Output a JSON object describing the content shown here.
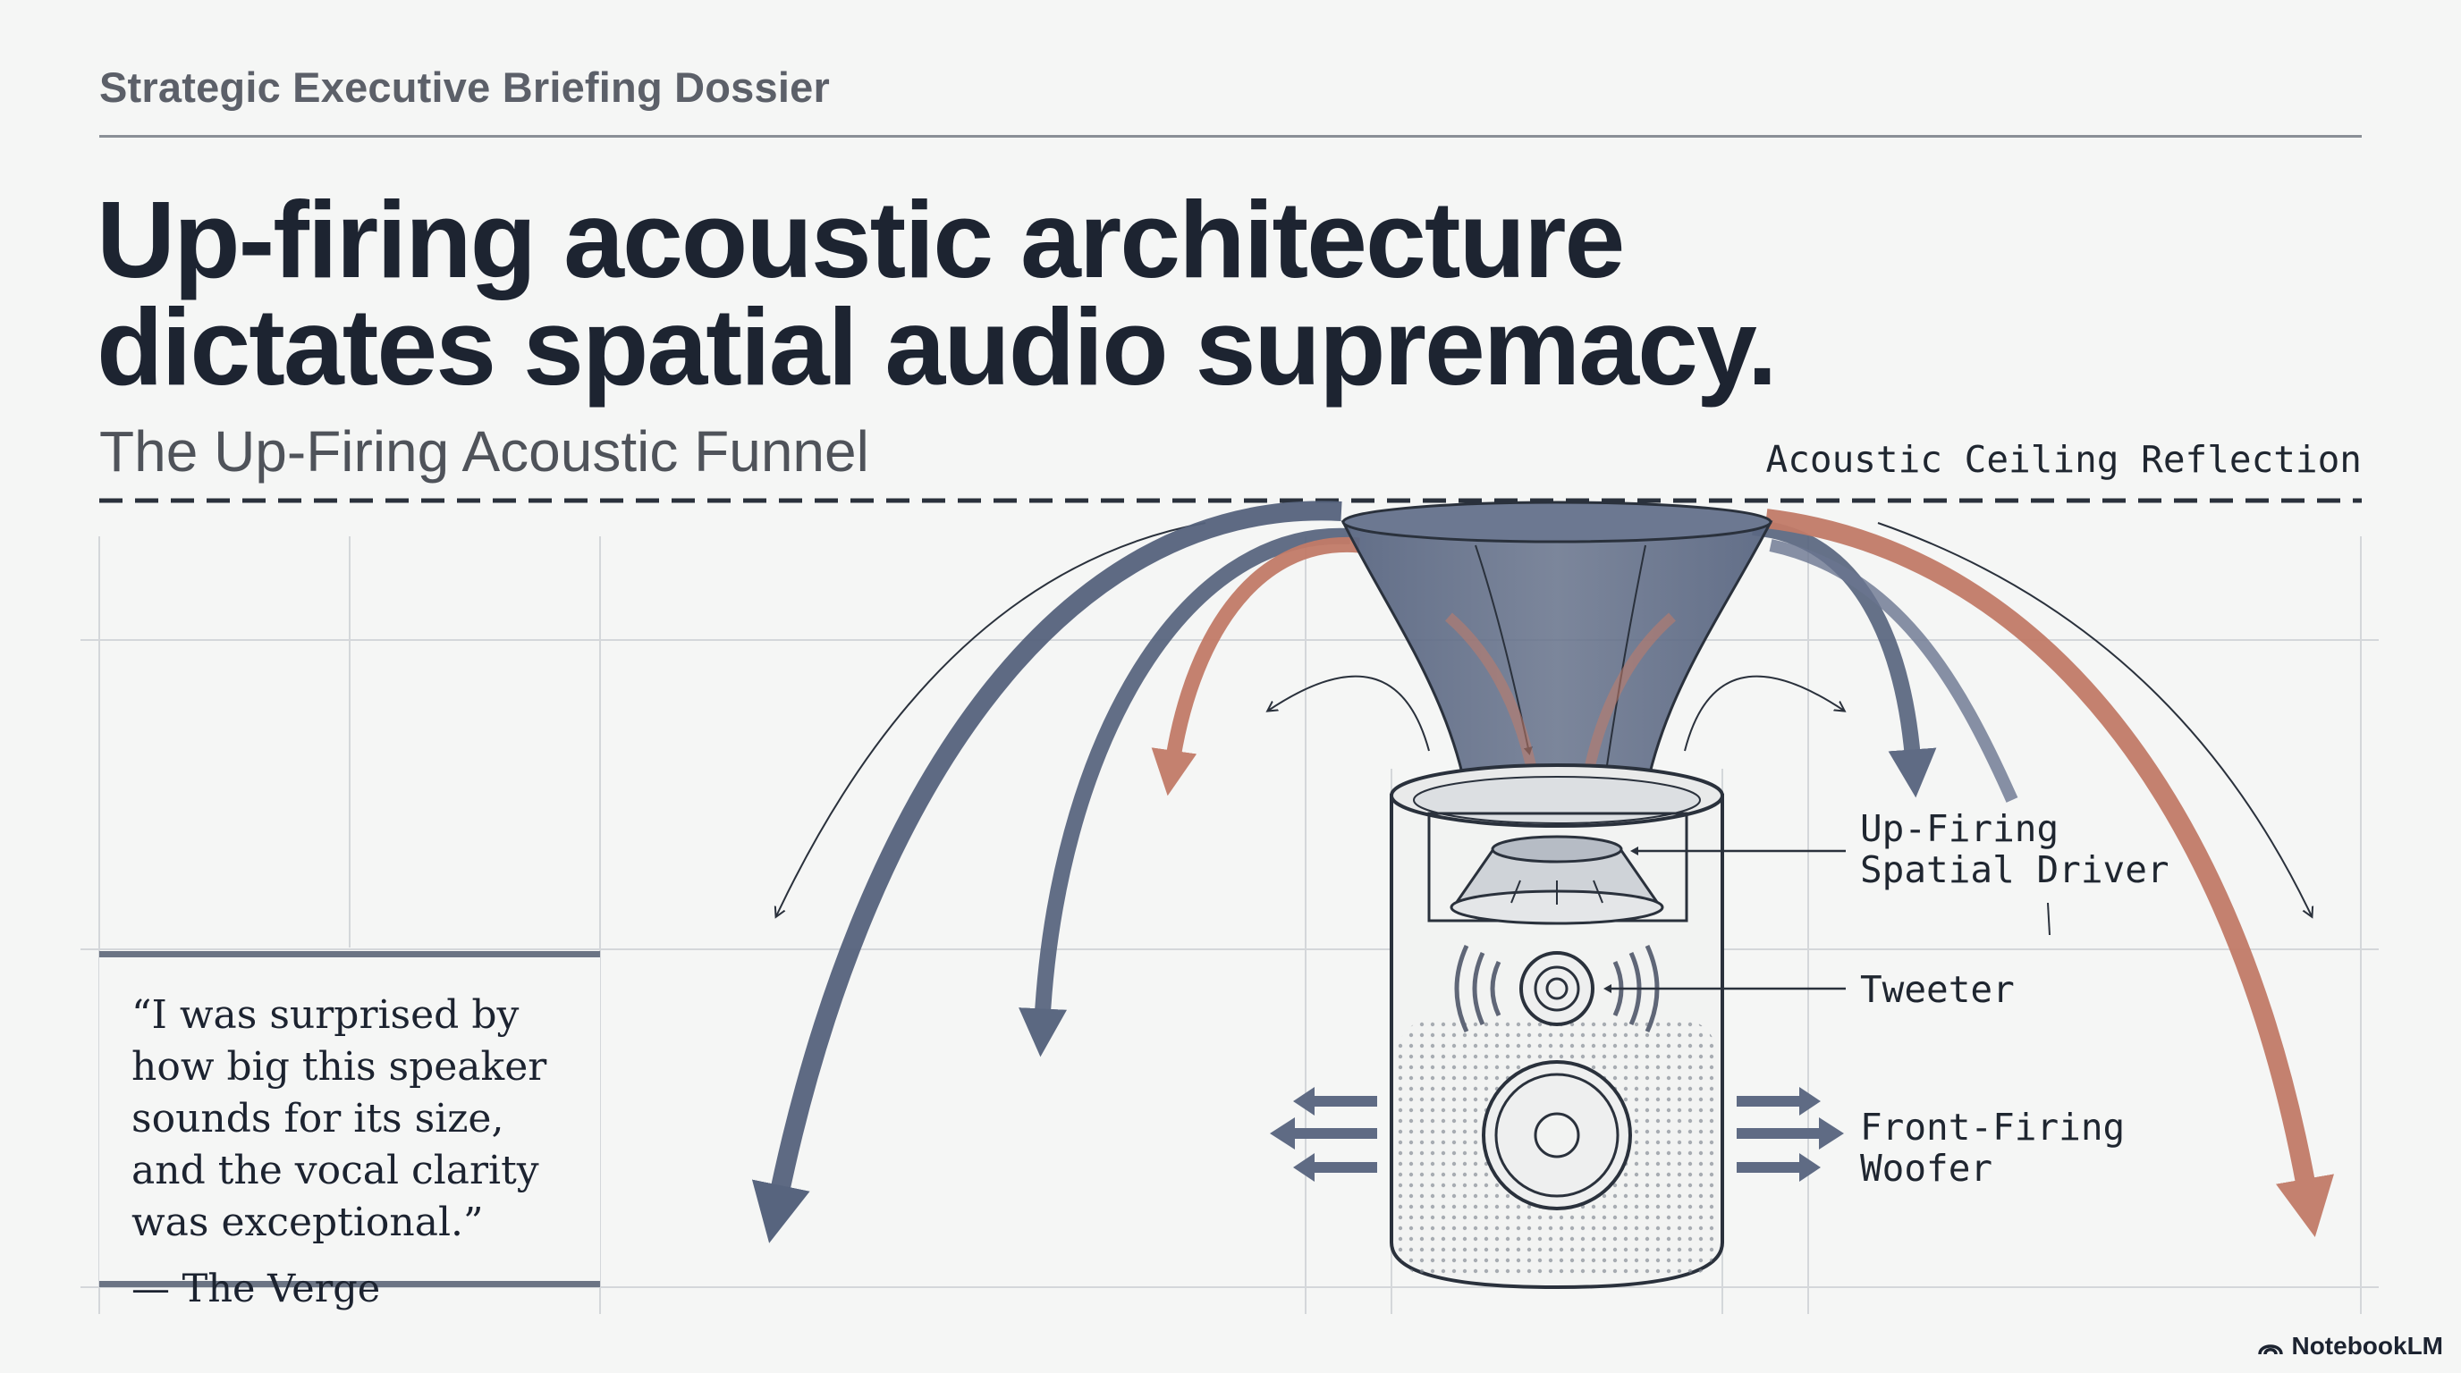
{
  "header": {
    "kicker": "Strategic Executive Briefing Dossier",
    "headline_line1": "Up-firing acoustic architecture",
    "headline_line2": "dictates spatial audio supremacy.",
    "subtitle": "The Up-Firing Acoustic Funnel"
  },
  "diagram": {
    "ceiling_label": "Acoustic Ceiling Reflection",
    "callouts": {
      "driver_line1": "Up-Firing",
      "driver_line2": "Spatial Driver",
      "tweeter": "Tweeter",
      "woofer_line1": "Front-Firing",
      "woofer_line2": "Woofer"
    },
    "colors": {
      "slate": "#4f5d78",
      "terracotta": "#c27b68",
      "line": "#2a313c",
      "grid": "#d4d7da"
    }
  },
  "quote": {
    "text": "“I was surprised by how big this speaker sounds for its size, and the vocal clarity was exceptional.”",
    "source": "— The Verge"
  },
  "branding": {
    "name": "NotebookLM"
  }
}
